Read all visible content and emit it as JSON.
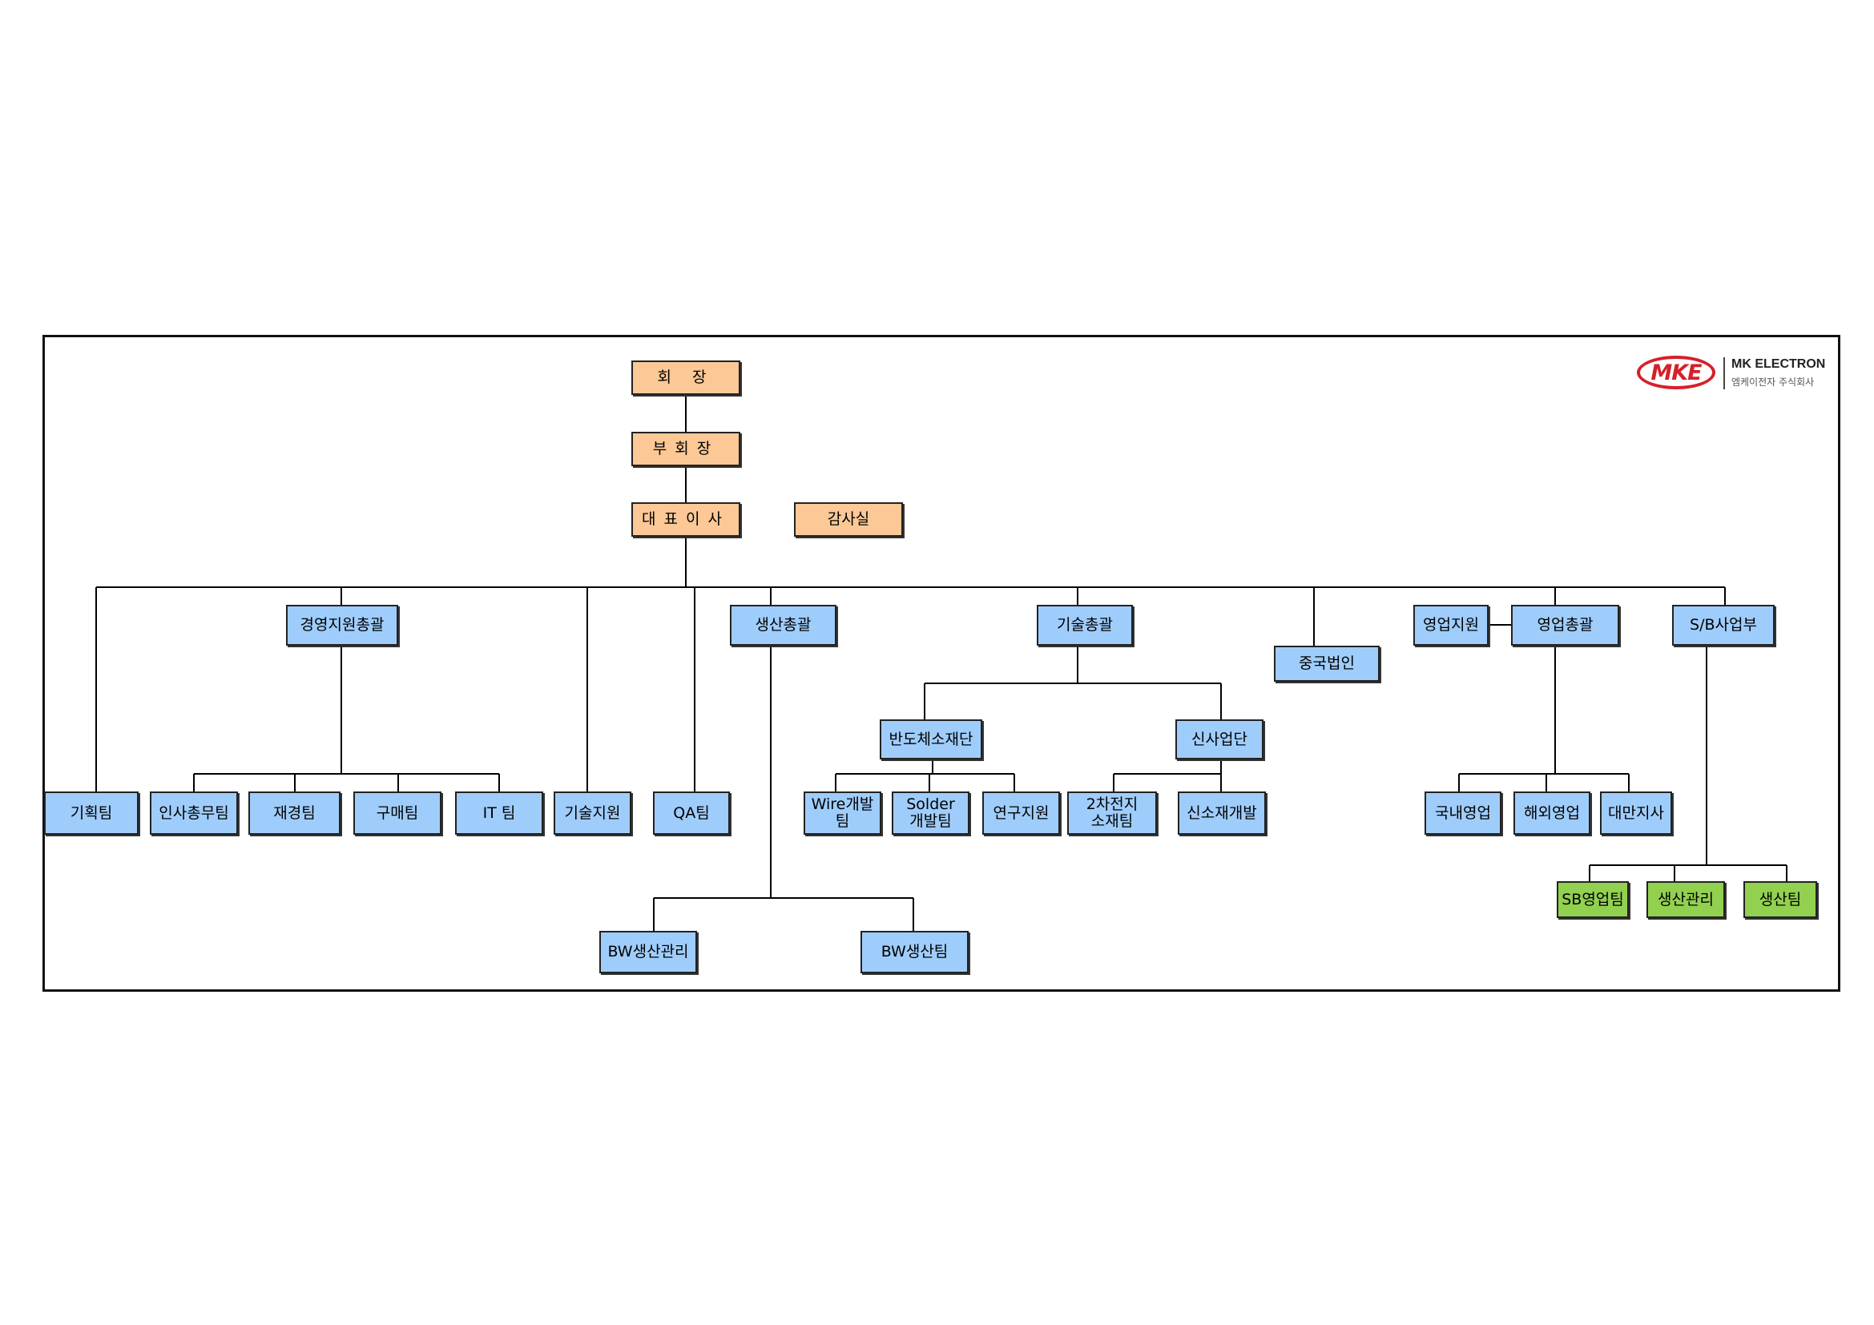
{
  "logo": {
    "mark": "MKE",
    "name": "MK ELECTRON",
    "subtitle": "엠케이전자 주식회사",
    "color": "#d5202a"
  },
  "colors": {
    "executive": "#fbc896",
    "department": "#9fcdfb",
    "sb_team": "#92d04f",
    "line": "#000000"
  },
  "nodes": {
    "chairman": "회 장",
    "vice_chairman": "부회장",
    "ceo": "대표이사",
    "audit": "감사실",
    "mgmt_support_head": "경영지원총괄",
    "production_head": "생산총괄",
    "tech_head": "기술총괄",
    "china_corp": "중국법인",
    "sales_support": "영업지원",
    "sales_head": "영업총괄",
    "sb_division": "S/B사업부",
    "semiconductor_div": "반도체소재단",
    "new_business_div": "신사업단",
    "planning_team": "기획팀",
    "hr_general_team": "인사총무팀",
    "finance_team": "재경팀",
    "purchase_team": "구매팀",
    "it_team": "IT 팀",
    "tech_support": "기술지원",
    "qa_team": "QA팀",
    "wire_dev_team": "Wire개발팀",
    "solder_dev_team": "Solder\n개발팀",
    "research_support": "연구지원",
    "battery_team": "2차전지\n소재팀",
    "new_material_dev": "신소재개발",
    "domestic_sales": "국내영업",
    "overseas_sales": "해외영업",
    "taiwan_branch": "대만지사",
    "sb_sales_team": "SB영업팀",
    "production_mgmt": "생산관리",
    "production_team": "생산팀",
    "bw_production_mgmt": "BW생산관리",
    "bw_production_team": "BW생산팀"
  }
}
